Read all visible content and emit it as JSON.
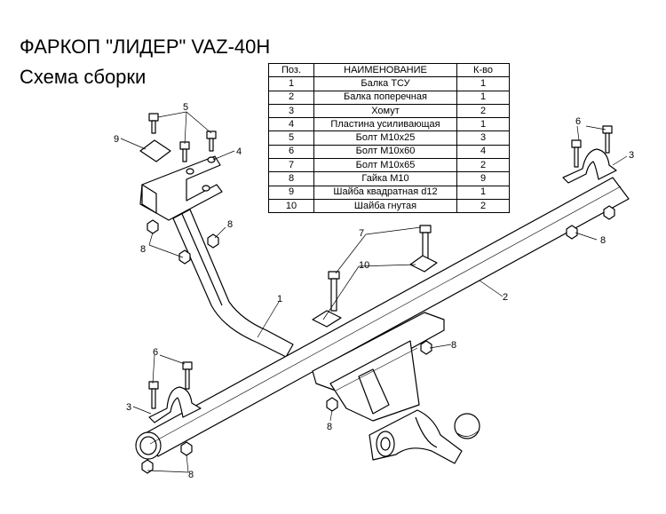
{
  "header": {
    "title": "ФАРКОП \"ЛИДЕР\" VAZ-40H",
    "subtitle": "Схема сборки"
  },
  "parts_table": {
    "columns": [
      "Поз.",
      "НАИМЕНОВАНИЕ",
      "К-во"
    ],
    "rows": [
      [
        "1",
        "Балка ТСУ",
        "1"
      ],
      [
        "2",
        "Балка поперечная",
        "1"
      ],
      [
        "3",
        "Хомут",
        "2"
      ],
      [
        "4",
        "Пластина усиливающая",
        "1"
      ],
      [
        "5",
        "Болт М10х25",
        "3"
      ],
      [
        "6",
        "Болт М10х60",
        "4"
      ],
      [
        "7",
        "Болт М10х65",
        "2"
      ],
      [
        "8",
        "Гайка  М10",
        "9"
      ],
      [
        "9",
        "Шайба квадратная d12",
        "1"
      ],
      [
        "10",
        "Шайба гнутая",
        "2"
      ]
    ]
  },
  "callouts": [
    "1",
    "2",
    "3",
    "3",
    "4",
    "5",
    "6",
    "6",
    "7",
    "8",
    "8",
    "8",
    "8",
    "8",
    "8",
    "9",
    "10"
  ]
}
